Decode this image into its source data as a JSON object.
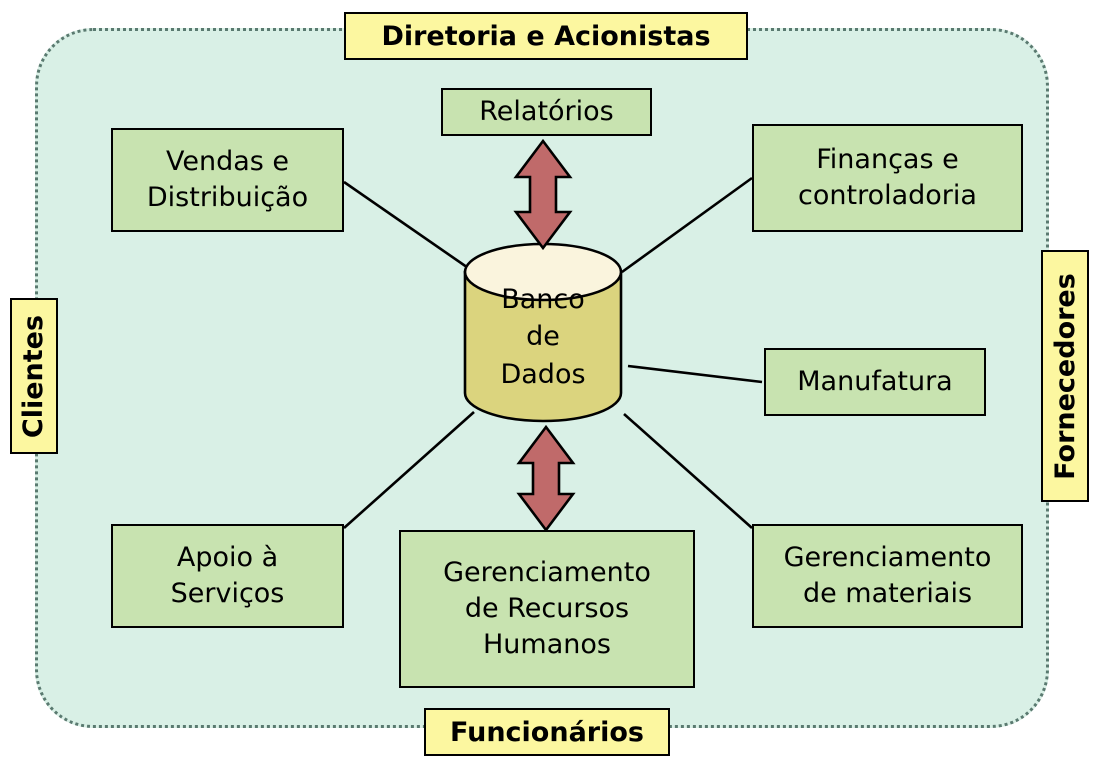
{
  "diagram": {
    "title_top": "Diretoria e Acionistas",
    "title_bottom": "Funcionários",
    "label_left": "Clientes",
    "label_right": "Fornecedores",
    "central_node": {
      "name": "database-cylinder",
      "label": "Banco\nde\nDados",
      "fill": "#dbd47e",
      "top_fill": "#faf4dd"
    },
    "modules": [
      {
        "id": "relatorios",
        "label": "Relatórios"
      },
      {
        "id": "vendas",
        "label": "Vendas e\nDistribuição"
      },
      {
        "id": "financas",
        "label": "Finanças e\ncontroladoria"
      },
      {
        "id": "manufatura",
        "label": "Manufatura"
      },
      {
        "id": "apoio-servicos",
        "label": "Apoio à\nServiços"
      },
      {
        "id": "recursos-humanos",
        "label": "Gerenciamento\nde Recursos\nHumanos"
      },
      {
        "id": "materiais",
        "label": "Gerenciamento\nde materiais"
      }
    ],
    "colors": {
      "background": "#d9f0e6",
      "module_fill": "#c8e3b0",
      "stakeholder_fill": "#fcf7a0",
      "arrow_fill": "#c06a6a",
      "outline": "#000000",
      "boundary_dots": "#5a7a70"
    }
  }
}
